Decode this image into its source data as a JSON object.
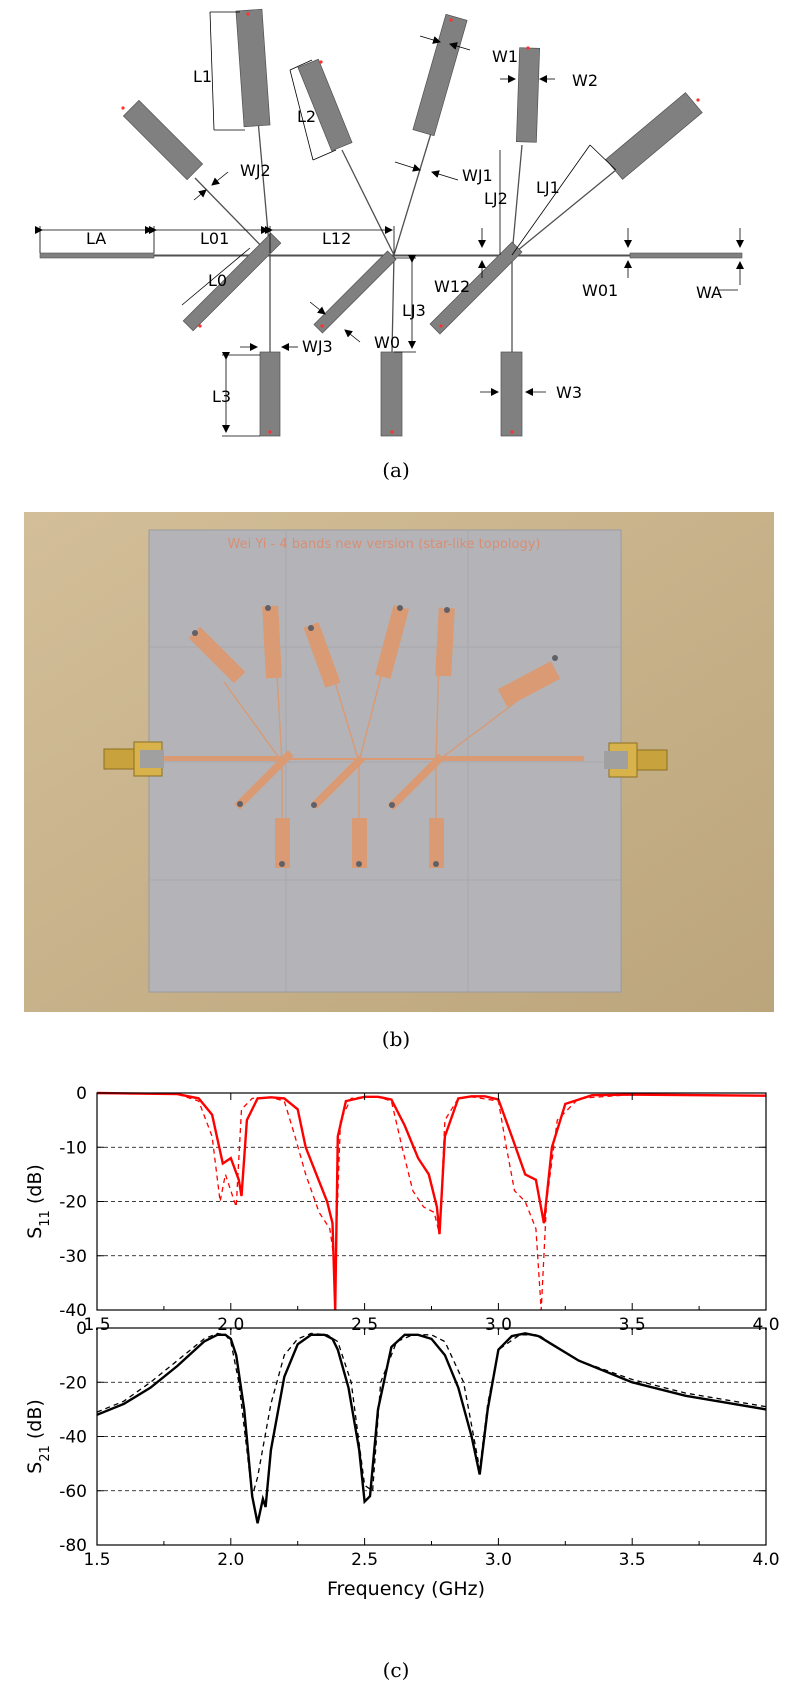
{
  "figure": {
    "captions": [
      "(a)",
      "(b)",
      "(c)"
    ]
  },
  "schematic": {
    "labels": [
      "L1",
      "W1",
      "W2",
      "L2",
      "WJ2",
      "WJ1",
      "LJ2",
      "LJ1",
      "LA",
      "L01",
      "L12",
      "L0",
      "LJ3",
      "W12",
      "W01",
      "WA",
      "WJ3",
      "W0",
      "L3",
      "W3"
    ],
    "colors": {
      "stub": "#808080",
      "line": "#505050",
      "marker": "#ff3030"
    }
  },
  "photo": {
    "board_title": "Wei Yi - 4 bands new version (star-like topology)",
    "colors": {
      "board": "#b4b4b8",
      "copper": "#d99a74",
      "wood": "#c9b48e",
      "connector": "#c8a23c"
    }
  },
  "chart_data": [
    {
      "type": "line",
      "ylabel": "S11 (dB)",
      "xlabel": "",
      "xlim": [
        1.5,
        4.0
      ],
      "ylim": [
        -40,
        0
      ],
      "xticks": [
        "1.5",
        "2.0",
        "2.5",
        "3.0",
        "3.5",
        "4.0"
      ],
      "yticks": [
        "0",
        "-10",
        "-20",
        "-30",
        "-40"
      ],
      "grid": "horizontal dashed",
      "color": "#ff0000",
      "series": [
        {
          "style": "solid",
          "x": [
            1.5,
            1.8,
            1.88,
            1.93,
            1.97,
            2.0,
            2.03,
            2.04,
            2.06,
            2.1,
            2.15,
            2.2,
            2.25,
            2.28,
            2.32,
            2.36,
            2.38,
            2.39,
            2.4,
            2.43,
            2.5,
            2.55,
            2.6,
            2.65,
            2.7,
            2.74,
            2.77,
            2.78,
            2.8,
            2.85,
            2.9,
            2.95,
            3.0,
            3.05,
            3.1,
            3.14,
            3.17,
            3.2,
            3.25,
            3.35,
            3.5,
            4.0
          ],
          "y": [
            0,
            -0.2,
            -1,
            -4,
            -13,
            -12,
            -16,
            -19,
            -5,
            -1,
            -0.8,
            -1,
            -3,
            -10,
            -15,
            -20,
            -24,
            -40,
            -8,
            -1.5,
            -0.7,
            -0.7,
            -1.2,
            -6,
            -12,
            -15,
            -21,
            -26,
            -8,
            -1,
            -0.6,
            -0.6,
            -1.2,
            -8,
            -15,
            -16,
            -24,
            -10,
            -2,
            -0.4,
            -0.3,
            -0.5
          ]
        },
        {
          "style": "dashed",
          "x": [
            1.5,
            1.8,
            1.88,
            1.93,
            1.96,
            1.98,
            2.0,
            2.02,
            2.04,
            2.08,
            2.15,
            2.2,
            2.24,
            2.28,
            2.33,
            2.37,
            2.39,
            2.41,
            2.45,
            2.5,
            2.55,
            2.6,
            2.64,
            2.68,
            2.72,
            2.76,
            2.78,
            2.8,
            2.85,
            2.9,
            3.0,
            3.03,
            3.06,
            3.1,
            3.14,
            3.16,
            3.18,
            3.22,
            3.3,
            3.5,
            4.0
          ],
          "y": [
            0,
            -0.2,
            -1.5,
            -8,
            -20,
            -15,
            -18,
            -21,
            -3,
            -1,
            -0.8,
            -1.5,
            -8,
            -15,
            -22,
            -25,
            -32,
            -5,
            -1,
            -0.7,
            -0.7,
            -1.5,
            -10,
            -18,
            -21,
            -22,
            -26,
            -5,
            -1,
            -0.7,
            -1.5,
            -10,
            -18,
            -20,
            -25,
            -40,
            -20,
            -5,
            -1,
            -0.3,
            -0.5
          ]
        }
      ]
    },
    {
      "type": "line",
      "ylabel": "S21 (dB)",
      "xlabel": "Frequency (GHz)",
      "xlim": [
        1.5,
        4.0
      ],
      "ylim": [
        -80,
        0
      ],
      "xticks": [
        "1.5",
        "2.0",
        "2.5",
        "3.0",
        "3.5",
        "4.0"
      ],
      "yticks": [
        "0",
        "-20",
        "-40",
        "-60",
        "-80"
      ],
      "grid": "horizontal dashed",
      "color": "#000000",
      "series": [
        {
          "style": "solid",
          "x": [
            1.5,
            1.6,
            1.7,
            1.8,
            1.9,
            1.95,
            1.98,
            2.0,
            2.02,
            2.05,
            2.08,
            2.1,
            2.12,
            2.13,
            2.15,
            2.2,
            2.25,
            2.3,
            2.35,
            2.38,
            2.4,
            2.44,
            2.48,
            2.5,
            2.52,
            2.55,
            2.6,
            2.65,
            2.7,
            2.75,
            2.8,
            2.85,
            2.9,
            2.93,
            2.96,
            3.0,
            3.05,
            3.1,
            3.15,
            3.2,
            3.3,
            3.5,
            3.7,
            4.0
          ],
          "y": [
            -32,
            -28,
            -22,
            -14,
            -5,
            -2.5,
            -2.5,
            -4,
            -10,
            -30,
            -62,
            -72,
            -63,
            -66,
            -45,
            -18,
            -6,
            -2.5,
            -2.5,
            -4,
            -8,
            -22,
            -45,
            -64,
            -62,
            -30,
            -7,
            -2.5,
            -2.5,
            -4,
            -10,
            -22,
            -40,
            -54,
            -30,
            -8,
            -3,
            -2,
            -3,
            -6,
            -12,
            -20,
            -25,
            -30
          ]
        },
        {
          "style": "dashed",
          "x": [
            1.5,
            1.6,
            1.7,
            1.8,
            1.9,
            1.95,
            1.98,
            2.0,
            2.03,
            2.06,
            2.08,
            2.1,
            2.15,
            2.2,
            2.25,
            2.3,
            2.36,
            2.4,
            2.45,
            2.5,
            2.53,
            2.56,
            2.62,
            2.68,
            2.75,
            2.8,
            2.87,
            2.93,
            2.96,
            3.0,
            3.08,
            3.15,
            3.2,
            3.3,
            3.5,
            3.7,
            4.0
          ],
          "y": [
            -31,
            -27,
            -20,
            -12,
            -4,
            -2,
            -2.5,
            -5,
            -20,
            -45,
            -62,
            -55,
            -28,
            -10,
            -4,
            -2,
            -2.5,
            -5,
            -20,
            -58,
            -60,
            -20,
            -5,
            -2.5,
            -2.5,
            -5,
            -20,
            -52,
            -28,
            -8,
            -2.5,
            -2.5,
            -6,
            -12,
            -19,
            -24,
            -29
          ]
        }
      ]
    }
  ]
}
